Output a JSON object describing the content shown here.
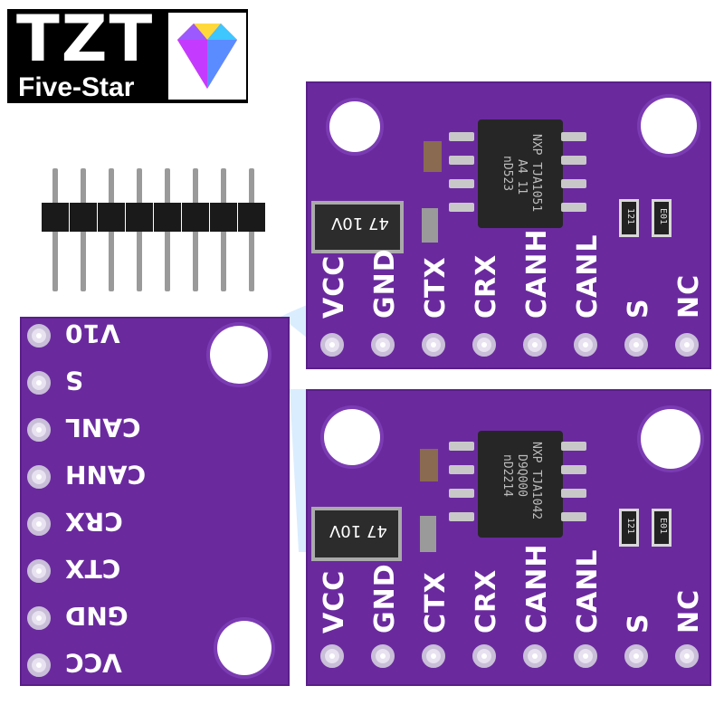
{
  "logo": {
    "brand": "TZT",
    "tagline": "Five-Star"
  },
  "boards": {
    "top": {
      "chip_lines": [
        "NXP TJA1051",
        "A4 11",
        "nD523"
      ],
      "cap_label": "47 10V",
      "res_labels": [
        "121",
        "E01"
      ],
      "pins": [
        "VCC",
        "GND",
        "CTX",
        "CRX",
        "CANH",
        "CANL",
        "S",
        "NC"
      ]
    },
    "bottom": {
      "chip_lines": [
        "NXP TJA1042",
        "D9Q000",
        "nD2214"
      ],
      "cap_label": "47 10V",
      "res_labels": [
        "121",
        "E01"
      ],
      "pins": [
        "VCC",
        "GND",
        "CTX",
        "CRX",
        "CANH",
        "CANL",
        "S",
        "NC"
      ]
    },
    "back": {
      "pins": [
        "V10",
        "S",
        "CANL",
        "CANH",
        "CRX",
        "CTX",
        "GND",
        "VCC"
      ]
    }
  },
  "colors": {
    "pcb": "#6a2a9e",
    "pad": "#e7e1f0",
    "logo_bg": "#000000"
  }
}
